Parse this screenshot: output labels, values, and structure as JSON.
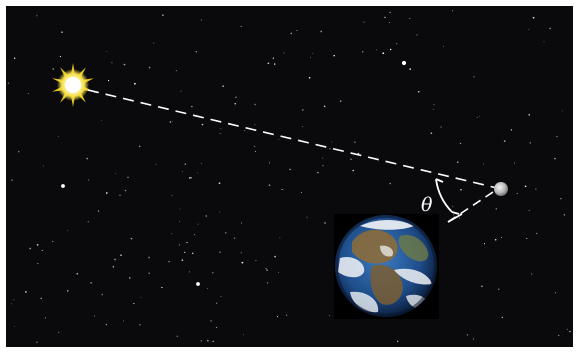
{
  "diagram": {
    "angle_label": "θ",
    "bodies": [
      "sun",
      "moon",
      "earth"
    ],
    "colors": {
      "space": "#0a0a0c",
      "border": "#ffffff",
      "star": "#ffffff",
      "sun_core": "#ffffff",
      "sun_glow": "#fff27a",
      "sun_rays": "#f4d21a",
      "moon": "#c9c9c9",
      "earth_ocean": "#1f4f8c",
      "earth_land": "#8a6a3c",
      "earth_cloud": "#eef2f6",
      "line": "#ffffff"
    }
  }
}
